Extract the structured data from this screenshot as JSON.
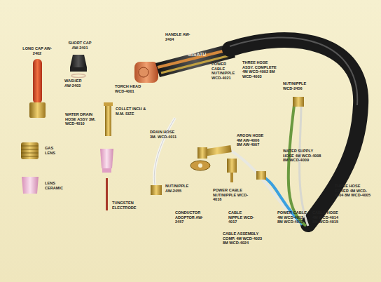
{
  "diagram": {
    "labels": [
      "LONG CAP AW-2402",
      "SHORT CAP AW-2401",
      "WASHER AW-2403",
      "TORCH HEAD WCD-4001",
      "HANDLE AW-2404",
      "POWER CABLE NUT/NIPPLE WCD-4021",
      "THREE HOSE ASSY. COMPLETE 4M WCD-4002 8M WCD-4003",
      "NUT/NIPPLE WCD-2456",
      "COLLET INCH & M.M. SIZE",
      "WATER DRAIN HOSE ASSY 3M. WCD-4010",
      "DRAIN HOSE 3M. WCD-4011",
      "GAS LENS",
      "LENS CERAMIC",
      "TUNGSTEN ELECTRODE",
      "NUT/NIPPLE AW-2455",
      "CONDUCTOR ADOPTOR AW-2457",
      "ARGON HOSE 4M AW-4006 8M AW-4007",
      "WATER SUPPLY HOSE 4M WCD-4008 8M WCD-4009",
      "THREE HOSE COVER 4M WCD-4004 8M WCD-4005",
      "POWER CABLE NUT/NIPPLE WCD-4016",
      "CABLE NIPPLE WCD-4017",
      "CABLE ASSEMBLY COMP. 4M WCD-4023 8M WCD-4024",
      "POWER CABLE 4M WCD-4012 8M WCD-4013",
      "CABLE HOSE 4M WCD-4014 8M WCD-4015",
      "MISATU"
    ]
  }
}
